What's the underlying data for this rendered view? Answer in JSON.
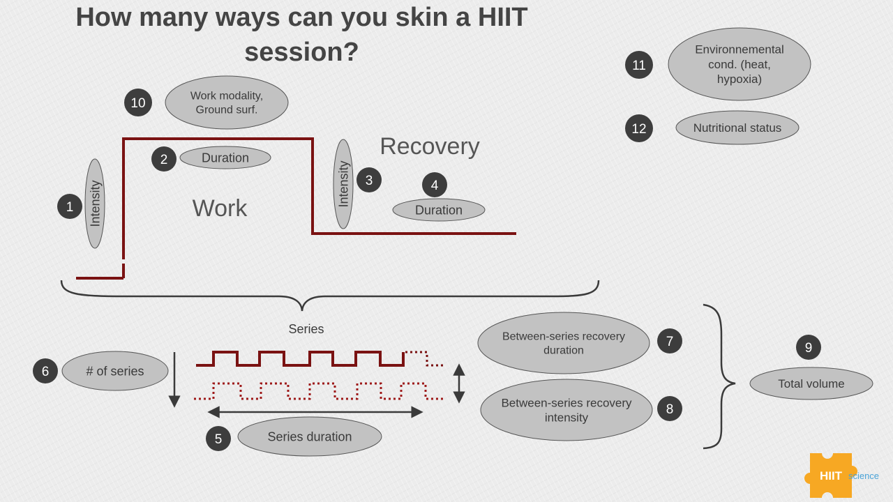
{
  "title_line1": "How many ways can you skin a HIIT",
  "title_line2": "session?",
  "labels": {
    "work": "Work",
    "recovery": "Recovery",
    "series": "Series"
  },
  "factors": [
    {
      "number": "1",
      "label_lines": [
        "Intensity"
      ]
    },
    {
      "number": "2",
      "label_lines": [
        "Duration"
      ]
    },
    {
      "number": "3",
      "label_lines": [
        "Intensity"
      ]
    },
    {
      "number": "4",
      "label_lines": [
        "Duration"
      ]
    },
    {
      "number": "5",
      "label_lines": [
        "Series duration"
      ]
    },
    {
      "number": "6",
      "label_lines": [
        "# of series"
      ]
    },
    {
      "number": "7",
      "label_lines": [
        "Between-series recovery",
        "duration"
      ]
    },
    {
      "number": "8",
      "label_lines": [
        "Between-series recovery",
        "intensity"
      ]
    },
    {
      "number": "9",
      "label_lines": [
        "Total volume"
      ]
    },
    {
      "number": "10",
      "label_lines": [
        "Work modality,",
        "Ground surf."
      ]
    },
    {
      "number": "11",
      "label_lines": [
        "Environnemental",
        "cond. (heat,",
        "hypoxia)"
      ]
    },
    {
      "number": "12",
      "label_lines": [
        "Nutritional status"
      ]
    }
  ],
  "logo": {
    "main": "HIIT",
    "sub": "science"
  },
  "colors": {
    "line": "#7a1212",
    "badge": "#3d3d3d",
    "ellipse_fill": "#c2c2c2",
    "ellipse_stroke": "#555555",
    "text": "#3a3a3a",
    "logo_orange": "#f7a823",
    "logo_blue": "#4aa3d8"
  }
}
